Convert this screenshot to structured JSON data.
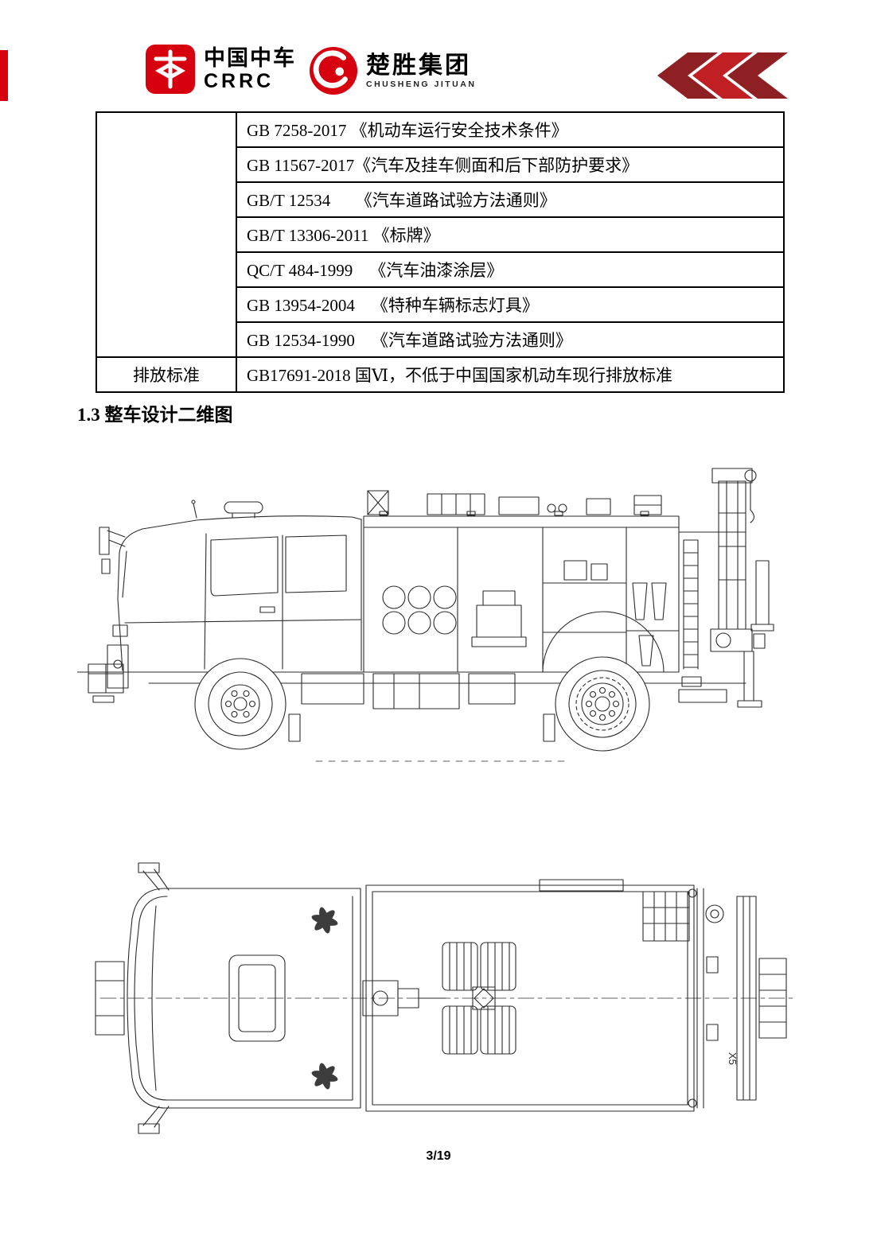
{
  "colors": {
    "brand-red": "#d7000f",
    "chevron-dark": "#8e2023",
    "chevron-bright": "#c01f24",
    "ink": "#2b2b2b"
  },
  "header": {
    "crrc": {
      "cn": "中国中车",
      "en": "CRRC"
    },
    "chusheng": {
      "cn": "楚胜集团",
      "en": "CHUSHENG JITUAN"
    }
  },
  "table": {
    "rows": [
      {
        "label": "",
        "text": "GB 7258-2017 《机动车运行安全技术条件》"
      },
      {
        "label": "",
        "text": "GB 11567-2017《汽车及挂车侧面和后下部防护要求》"
      },
      {
        "label": "",
        "text": "GB/T 12534      《汽车道路试验方法通则》"
      },
      {
        "label": "",
        "text": "GB/T 13306-2011 《标牌》"
      },
      {
        "label": "",
        "text": "QC/T 484-1999    《汽车油漆涂层》"
      },
      {
        "label": "",
        "text": "GB 13954-2004    《特种车辆标志灯具》"
      },
      {
        "label": "",
        "text": "GB 12534-1990    《汽车道路试验方法通则》"
      },
      {
        "label": "排放标准",
        "text": "GB17691-2018 国Ⅵ，不低于中国国家机动车现行排放标准"
      }
    ]
  },
  "section_heading": "1.3 整车设计二维图",
  "drawings": {
    "top_view_label": "X5"
  },
  "footer": {
    "page_number": "3/19"
  }
}
